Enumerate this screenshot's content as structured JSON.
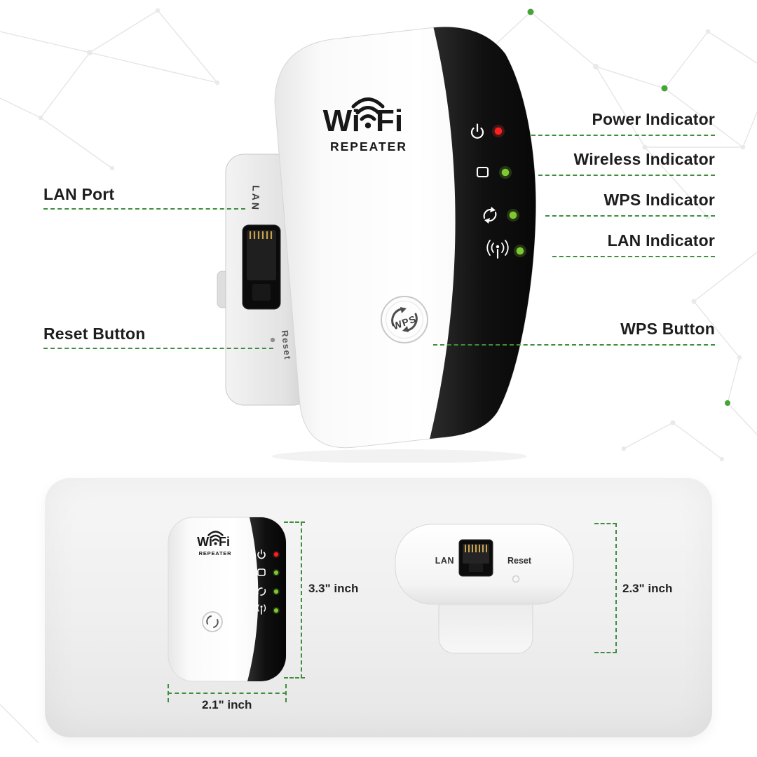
{
  "logo": {
    "wi": "Wi",
    "fi": "Fi",
    "subtitle": "REPEATER"
  },
  "device_labels": {
    "lan": "LAN",
    "reset": "Reset",
    "wps": "WPS"
  },
  "callouts": {
    "left": [
      {
        "label": "LAN Port"
      },
      {
        "label": "Reset Button"
      }
    ],
    "right": [
      {
        "label": "Power Indicator"
      },
      {
        "label": "Wireless Indicator"
      },
      {
        "label": "WPS Indicator"
      },
      {
        "label": "LAN Indicator"
      },
      {
        "label": "WPS Button"
      }
    ]
  },
  "dimensions": {
    "front_height": "3.3\" inch",
    "front_width": "2.1\" inch",
    "side_height": "2.3\" inch"
  },
  "colors": {
    "accent_green": "#3e8e3e",
    "led_red": "#ff1f1f",
    "led_green": "#7ec832",
    "device_black": "#101010"
  }
}
